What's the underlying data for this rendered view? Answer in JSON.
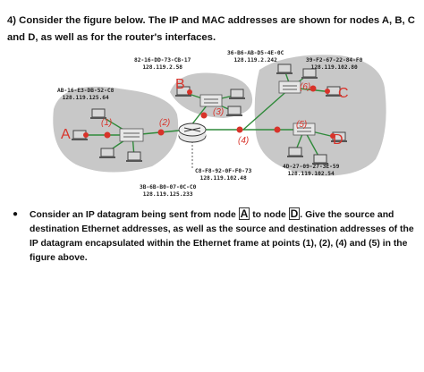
{
  "question": {
    "intro": "4) Consider the figure below. The IP and MAC addresses are shown for nodes A, B, C and D, as well as for the router's interfaces."
  },
  "figure": {
    "nodes": {
      "a": "A",
      "b": "B",
      "c": "C",
      "d": "D"
    },
    "points": {
      "p1": "(1)",
      "p2": "(2)",
      "p3": "(3)",
      "p4": "(4)",
      "p5": "(5)",
      "p6": "(6)"
    },
    "addresses": {
      "node_a": {
        "mac": "AB-16-E3-DB-52-C8",
        "ip": "128.119.125.64"
      },
      "node_b": {
        "mac": "82-16-DD-73-CB-17",
        "ip": "128.119.2.58"
      },
      "router_top": {
        "mac": "36-B6-AB-D5-4E-0C",
        "ip": "128.119.2.242"
      },
      "node_c": {
        "mac": "39-F2-67-22-84-F0",
        "ip": "128.119.102.80"
      },
      "node_d": {
        "mac": "4D-27-09-27-3E-59",
        "ip": "128.119.102.54"
      },
      "router_right": {
        "mac": "C8-F8-92-0F-F0-73",
        "ip": "128.119.102.48"
      },
      "router_left": {
        "mac": "3B-6B-B0-07-0C-C0",
        "ip": "128.119.125.233"
      }
    }
  },
  "instruction": {
    "part1": "Consider an IP datagram being sent from node",
    "node_a": "A",
    "part2": "to node",
    "node_d": "D",
    "part3": ". Give the source and destination Ethernet addresses, as well as the source and destination addresses of the IP datagram encapsulated within the Ethernet frame at points (1), (2), (4) and (5) in the figure above."
  },
  "colors": {
    "subnet_fill": "#c8c8c8",
    "link_line": "#2f8a3a",
    "point_marker": "#d8332a",
    "text": "#111111"
  }
}
